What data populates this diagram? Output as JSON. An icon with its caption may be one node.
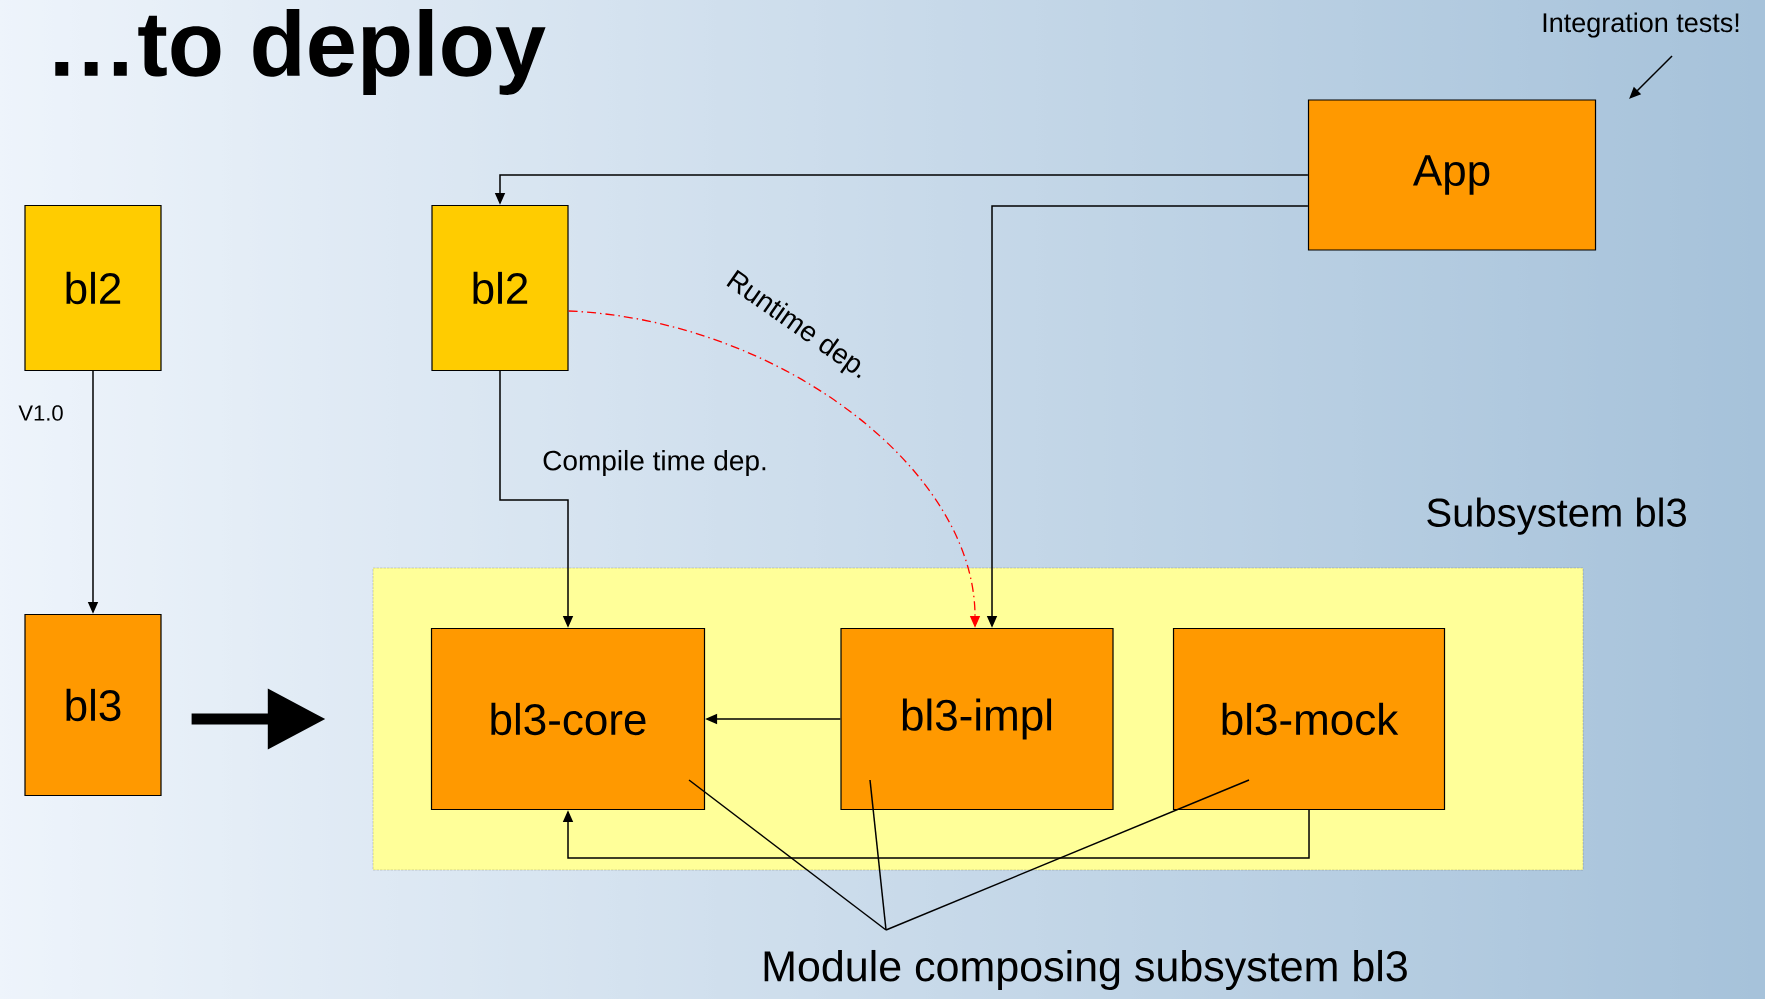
{
  "diagram": {
    "title": "…to deploy",
    "nodes": [
      {
        "text": [
          "bl2"
        ]
      },
      {
        "text": [
          "bl3"
        ]
      },
      {
        "text": [
          "bl2"
        ]
      },
      {
        "text": [
          "App"
        ]
      },
      {
        "text": [
          "Subsystem bl3"
        ]
      },
      {
        "text": [
          "bl3-core"
        ],
        "in": 4
      },
      {
        "text": [
          "bl3-impl"
        ],
        "in": 4
      },
      {
        "text": [
          "bl3-mock"
        ],
        "in": 4
      },
      {
        "text": [
          "Module composing subsystem bl3"
        ]
      },
      {
        "text": [
          "Integration tests!"
        ]
      }
    ],
    "edges": [
      {
        "from": 0,
        "to": 1,
        "arrow": "to",
        "label": "V1.0"
      },
      {
        "from": 1,
        "to": 4,
        "arrow": "to",
        "style": "thick"
      },
      {
        "from": 3,
        "to": 2,
        "arrow": "to"
      },
      {
        "from": 3,
        "to": 6,
        "arrow": "to"
      },
      {
        "from": 2,
        "to": 5,
        "arrow": "to",
        "label": "Compile time dep."
      },
      {
        "from": 2,
        "to": 6,
        "arrow": "to",
        "label": "Runtime dep.",
        "style": "dashed",
        "color": "#ff0000"
      },
      {
        "from": 6,
        "to": 5,
        "arrow": "to"
      },
      {
        "from": 7,
        "to": 5,
        "arrow": "to"
      },
      {
        "from": 8,
        "to": 5,
        "arrow": "none"
      },
      {
        "from": 8,
        "to": 6,
        "arrow": "none"
      },
      {
        "from": 8,
        "to": 7,
        "arrow": "none"
      },
      {
        "from": 9,
        "to": null,
        "arrow": "to"
      }
    ]
  }
}
